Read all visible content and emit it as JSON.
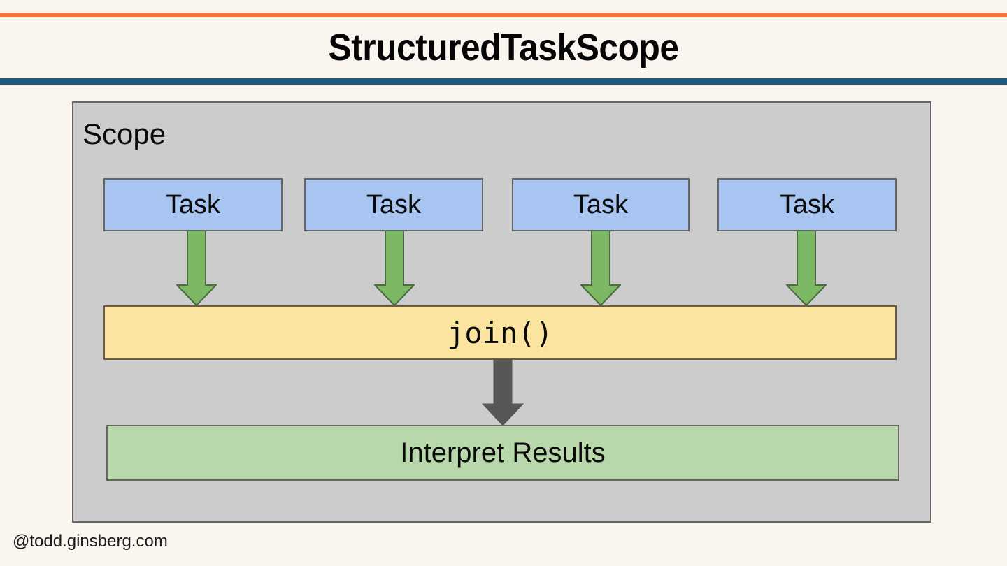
{
  "slide": {
    "title": "StructuredTaskScope",
    "background_color": "#faf6ef",
    "rule_top_color": "#f4713f",
    "rule_bottom_color": "#1d5b7e",
    "footer": "@todd.ginsberg.com"
  },
  "diagram": {
    "type": "flow",
    "container": {
      "label": "Scope",
      "fill_color": "#cccccc",
      "border_color": "#666666"
    },
    "tasks": [
      {
        "label": "Task",
        "fill_color": "#a8c5f2",
        "border_color": "#666666"
      },
      {
        "label": "Task",
        "fill_color": "#a8c5f2",
        "border_color": "#666666"
      },
      {
        "label": "Task",
        "fill_color": "#a8c5f2",
        "border_color": "#666666"
      },
      {
        "label": "Task",
        "fill_color": "#a8c5f2",
        "border_color": "#666666"
      }
    ],
    "task_arrows": {
      "count": 4,
      "direction": "down",
      "fill_color": "#7cb863",
      "border_color": "#4d6b42"
    },
    "join": {
      "label": "join()",
      "fill_color": "#fbe3a0",
      "border_color": "#6b5b44"
    },
    "join_arrow": {
      "direction": "down",
      "fill_color": "#565656",
      "border_color": "#565656"
    },
    "results": {
      "label": "Interpret Results",
      "fill_color": "#b8d8ab",
      "border_color": "#666666"
    }
  }
}
